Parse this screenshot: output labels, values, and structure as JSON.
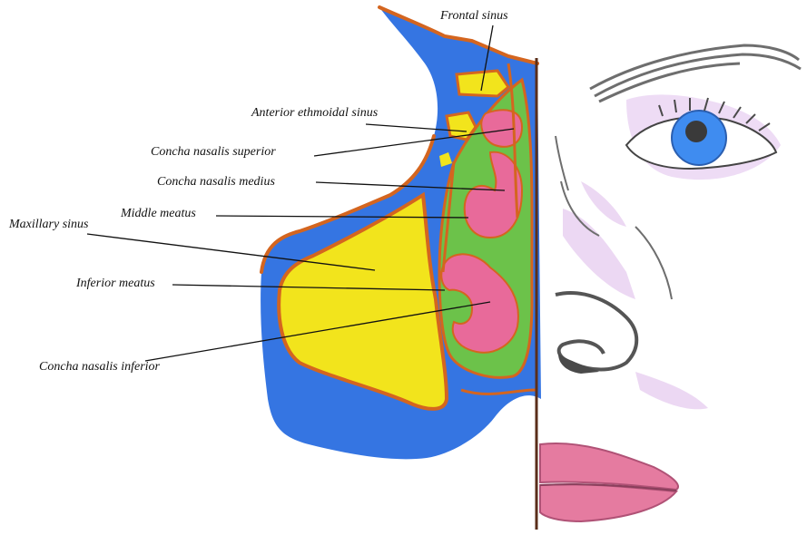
{
  "labels": {
    "frontal_sinus": "Frontal sinus",
    "anterior_ethmoidal_sinus": "Anterior ethmoidal sinus",
    "concha_nasalis_superior": "Concha nasalis superior",
    "concha_nasalis_medius": "Concha nasalis medius",
    "middle_meatus": "Middle meatus",
    "maxillary_sinus": "Maxillary sinus",
    "inferior_meatus": "Inferior meatus",
    "concha_nasalis_inferior": "Concha nasalis inferior"
  },
  "colors": {
    "sinus_yellow": "#f2e41c",
    "bone_blue": "#2a6ee0",
    "mucosa_orange": "#d4651f",
    "concha_pink": "#e86a9a",
    "meatus_green": "#6cc24a",
    "midline_brown": "#5a2e1a",
    "lip_pink": "#e57ba0",
    "iris_blue": "#3f8cf0",
    "shadow_lilac": "#d9b2e8"
  }
}
